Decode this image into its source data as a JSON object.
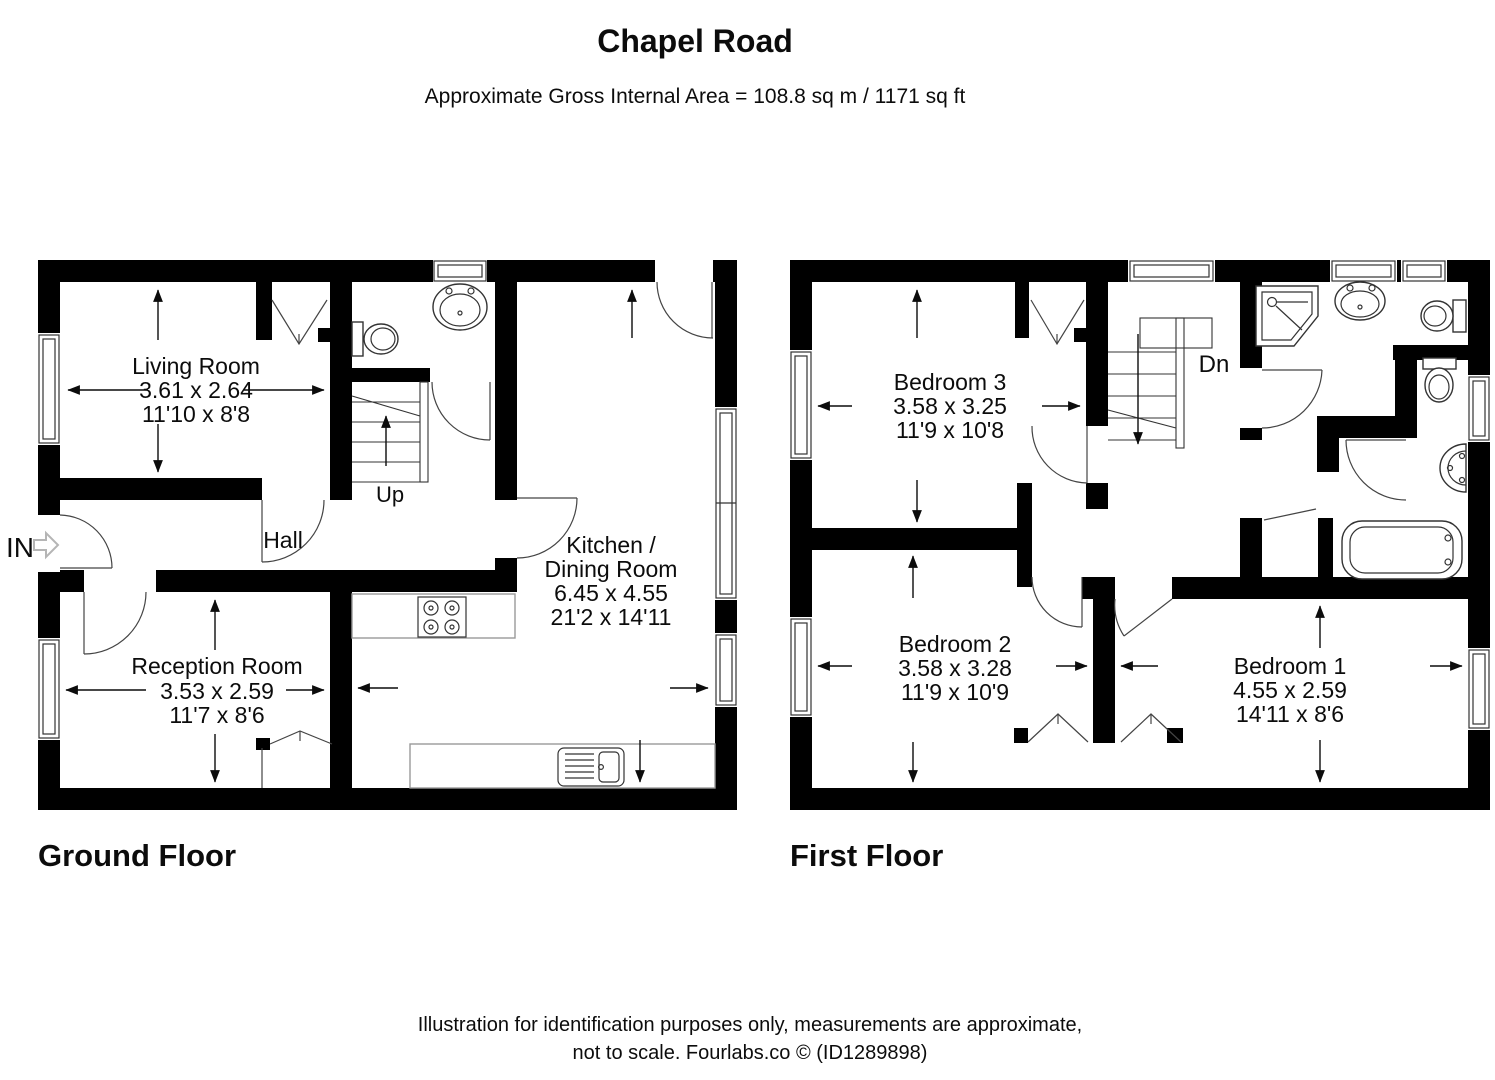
{
  "header": {
    "title": "Chapel Road",
    "subtitle": "Approximate Gross Internal Area = 108.8 sq m / 1171 sq ft"
  },
  "ground_floor": {
    "label": "Ground Floor",
    "entrance": {
      "label": "IN"
    },
    "stairs": {
      "label": "Up"
    },
    "living": {
      "name": "Living Room",
      "metric": "3.61 x 2.64",
      "imperial": "11'10 x 8'8"
    },
    "hall": {
      "name": "Hall"
    },
    "kitchen": {
      "name1": "Kitchen /",
      "name2": "Dining Room",
      "metric": "6.45 x 4.55",
      "imperial": "21'2 x 14'11"
    },
    "reception": {
      "name": "Reception Room",
      "metric": "3.53 x 2.59",
      "imperial": "11'7 x 8'6"
    }
  },
  "first_floor": {
    "label": "First Floor",
    "stairs": {
      "label": "Dn"
    },
    "bedroom3": {
      "name": "Bedroom 3",
      "metric": "3.58 x 3.25",
      "imperial": "11'9 x 10'8"
    },
    "bedroom2": {
      "name": "Bedroom 2",
      "metric": "3.58 x 3.28",
      "imperial": "11'9 x 10'9"
    },
    "bedroom1": {
      "name": "Bedroom 1",
      "metric": "4.55 x 2.59",
      "imperial": "14'11 x 8'6"
    }
  },
  "footer": {
    "line1": "Illustration for identification purposes only, measurements are approximate,",
    "line2": "not to scale. Fourlabs.co © (ID1289898)"
  },
  "colors": {
    "wall": "#000000",
    "text": "#0c0c0c",
    "fixture": "#333333",
    "entry_arrow": "#b5b5b5"
  }
}
